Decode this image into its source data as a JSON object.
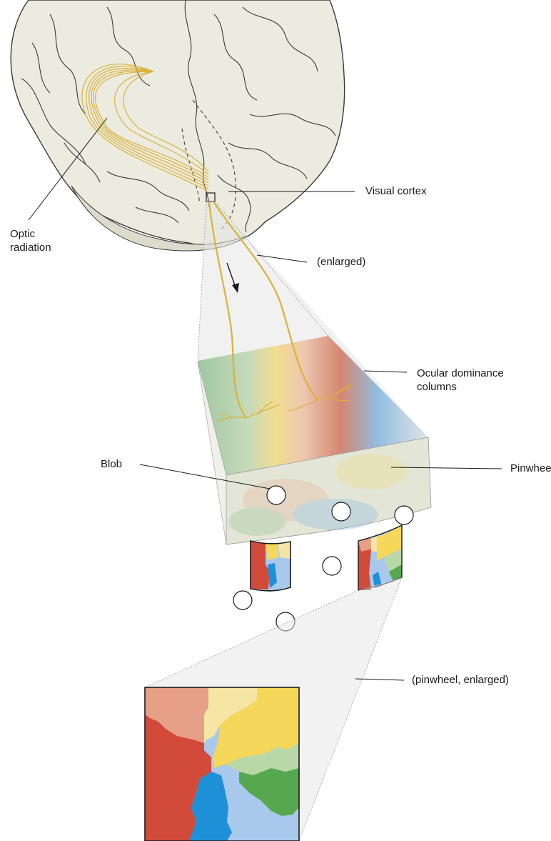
{
  "labels": {
    "optic_radiation_line1": "Optic",
    "optic_radiation_line2": "radiation",
    "visual_cortex": "Visual cortex",
    "enlarged": "(enlarged)",
    "ocular_dominance_line1": "Ocular dominance",
    "ocular_dominance_line2": "columns",
    "blob": "Blob",
    "pinwheel": "Pinwheel",
    "pinwheel_enlarged": "(pinwheel, enlarged)"
  },
  "colors": {
    "brain_fill": "#ecebe0",
    "brain_outline": "#3a3a36",
    "fiber": "#d9b23a",
    "ocular_green": "#6aa86a",
    "ocular_yellow": "#f2dc8a",
    "ocular_salmon": "#e0a48a",
    "ocular_red": "#d4705a",
    "ocular_blue": "#7fb0dc",
    "pin_red": "#d24a3a",
    "pin_salmon": "#e6a088",
    "pin_lightyellow": "#f5e6a6",
    "pin_yellow": "#f5d85a",
    "pin_lightgreen": "#b8d8a8",
    "pin_green": "#56a84e",
    "pin_lightblue": "#a8c8ec",
    "pin_blue": "#1e90d8"
  }
}
